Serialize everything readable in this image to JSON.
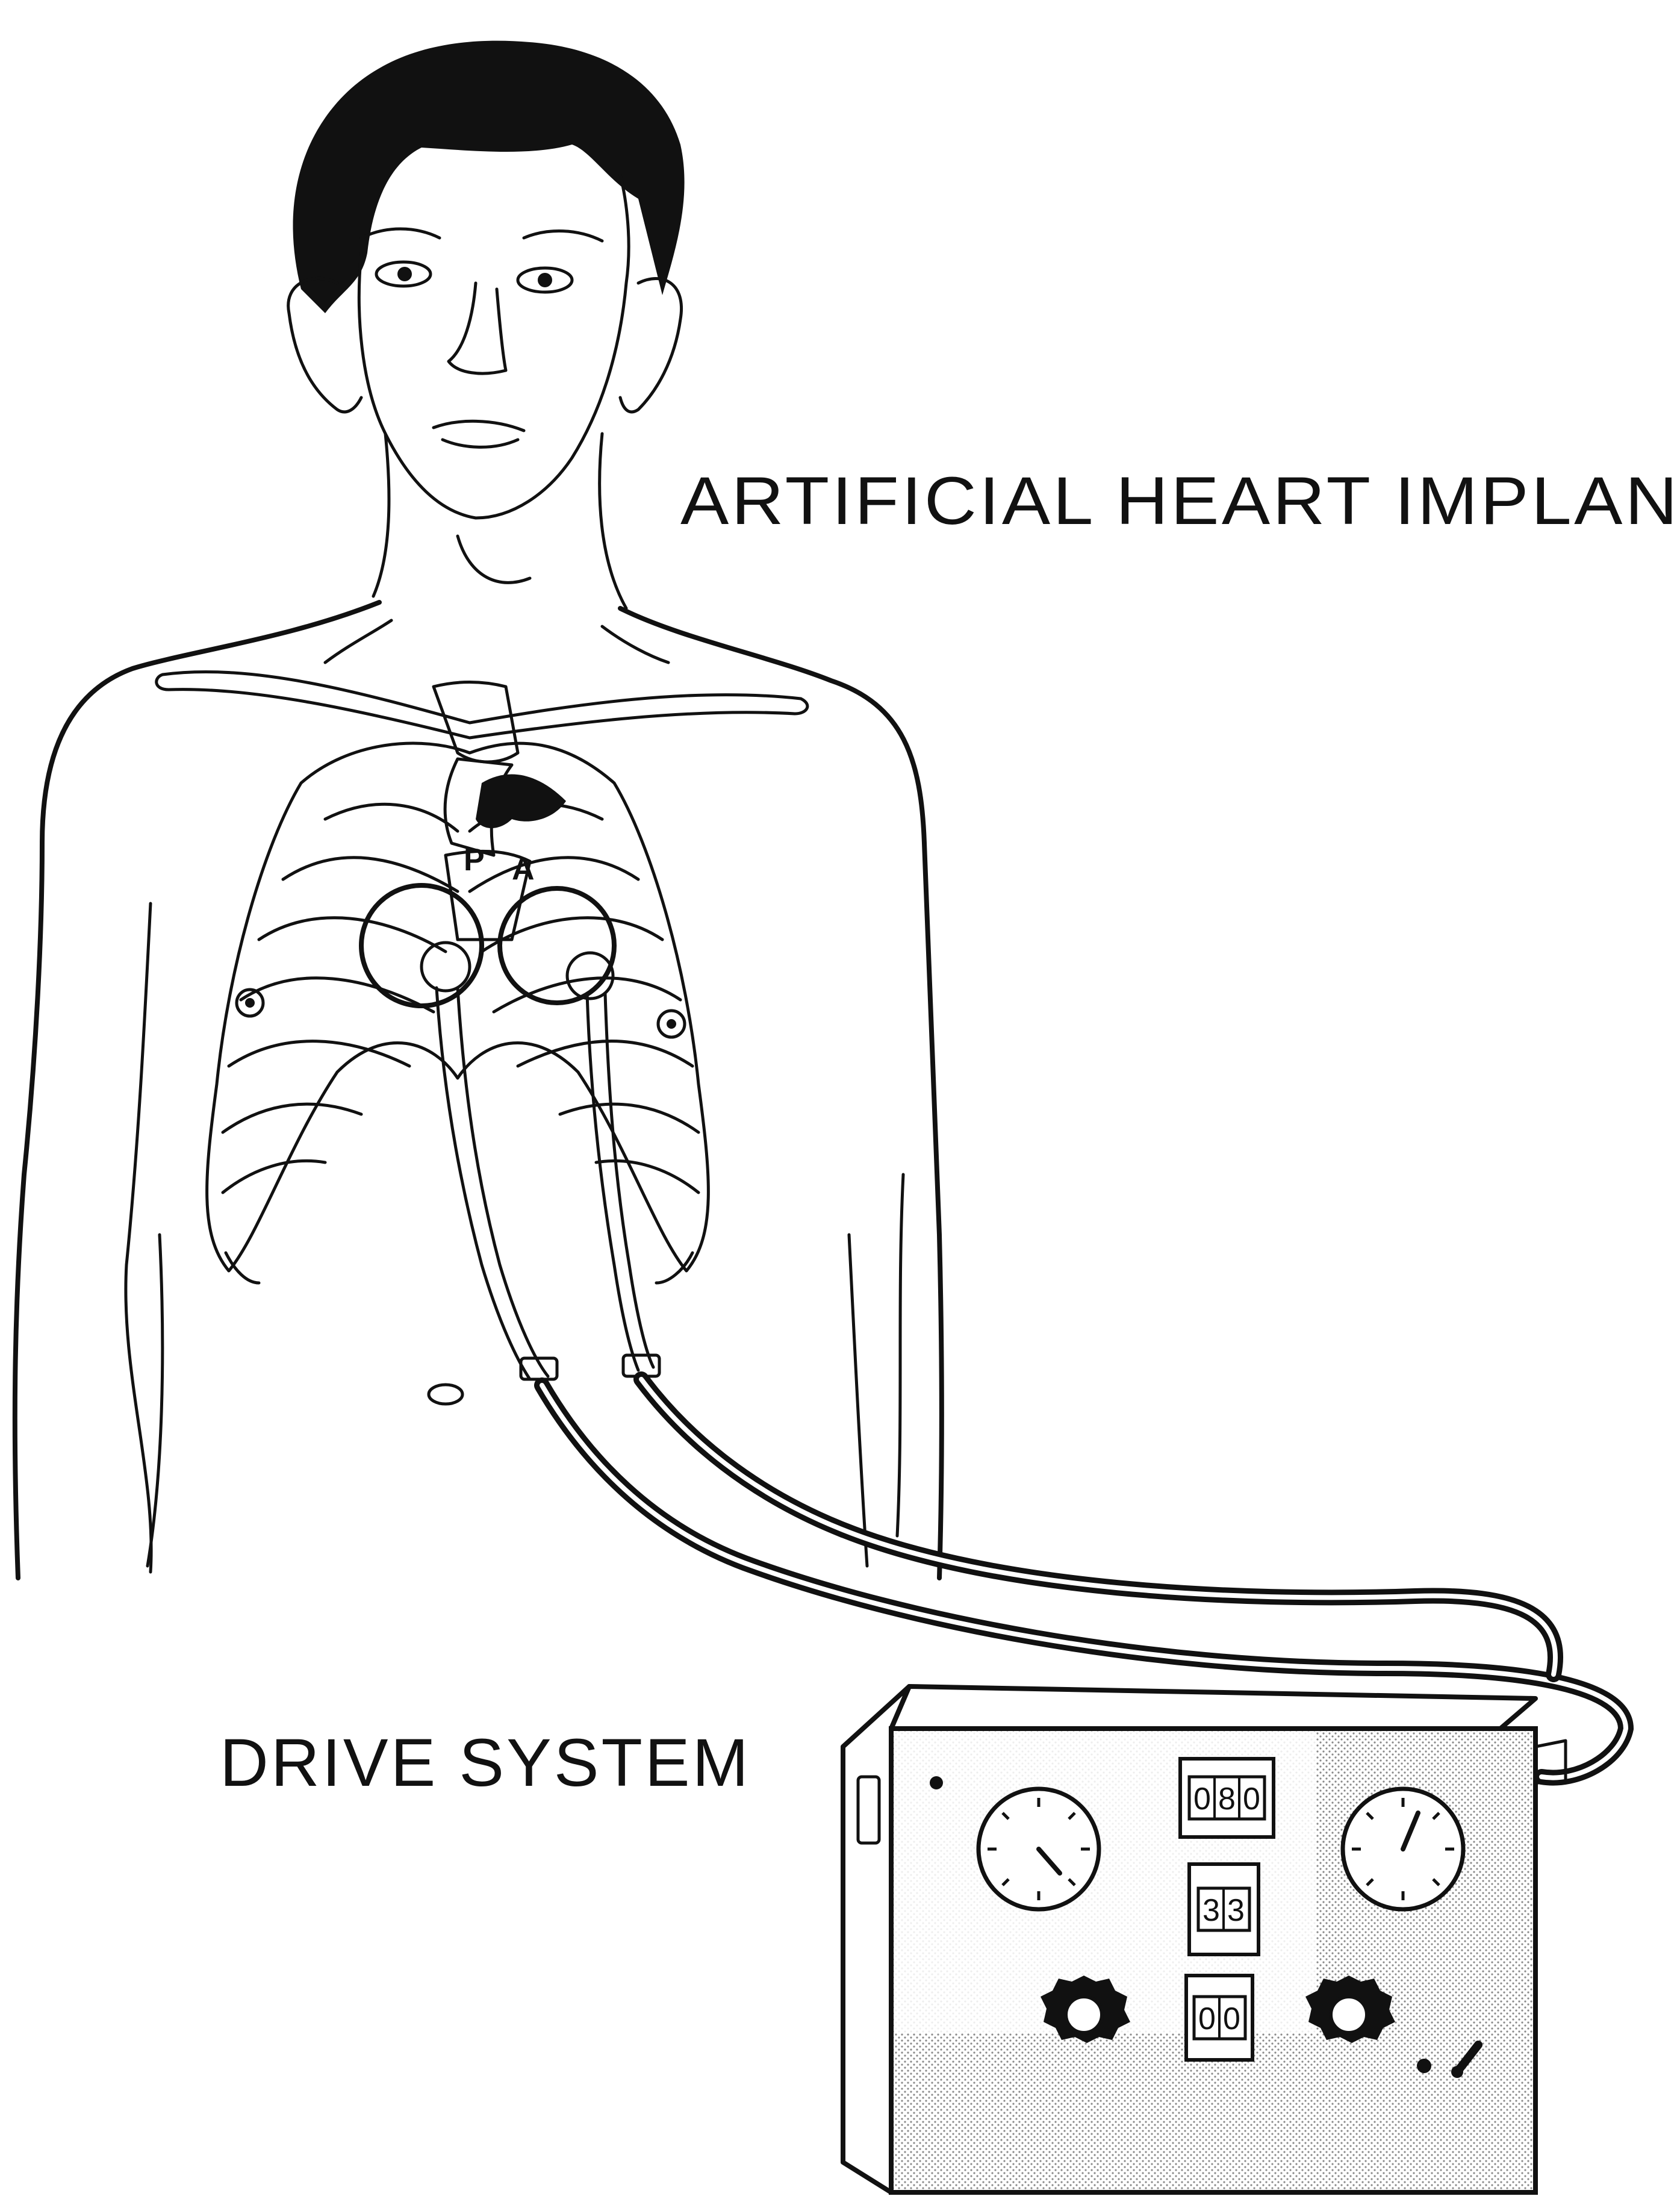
{
  "labels": {
    "implant": "ARTIFICIAL HEART IMPLAN",
    "drive": "DRIVE SYSTEM",
    "pump_left": "P",
    "pump_right": "A"
  },
  "counters": {
    "top": [
      "0",
      "8",
      "0"
    ],
    "middle": [
      "3",
      "3"
    ],
    "bottom": [
      "0",
      "0"
    ]
  },
  "icons": [
    "pressure-gauge-icon",
    "control-knob-icon",
    "toggle-switch-icon"
  ],
  "colors": {
    "ink": "#111111",
    "paper": "#ffffff",
    "shade": "#d9d9d9"
  }
}
